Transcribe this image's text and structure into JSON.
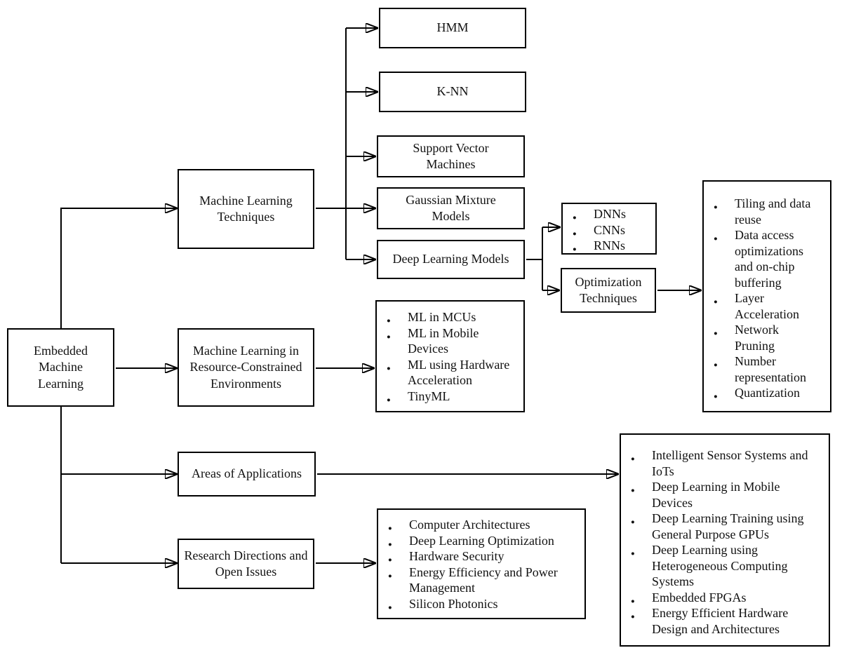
{
  "colors": {
    "line": "#000000",
    "background": "#ffffff",
    "text": "#111111"
  },
  "nodes": {
    "embedded_ml": {
      "label": "Embedded Machine Learning"
    },
    "ml_techniques": {
      "label": "Machine Learning Techniques"
    },
    "hmm": {
      "label": "HMM"
    },
    "knn": {
      "label": "K-NN"
    },
    "svm": {
      "label": "Support Vector Machines"
    },
    "gmm": {
      "label": "Gaussian Mixture Models"
    },
    "deep_learning_models": {
      "label": "Deep Learning Models"
    },
    "deep_model_types": {
      "items": [
        "DNNs",
        "CNNs",
        "RNNs"
      ]
    },
    "optimization_techniques": {
      "label": "Optimization Techniques"
    },
    "optimization_methods": {
      "items": [
        "Tiling and data reuse",
        "Data access optimizations and on-chip buffering",
        "Layer Acceleration",
        "Network Pruning",
        "Number representation",
        "Quantization"
      ]
    },
    "ml_resource_constrained": {
      "label": "Machine Learning in Resource-Constrained Environments"
    },
    "resource_constrained_topics": {
      "items": [
        "ML in MCUs",
        "ML in Mobile Devices",
        "ML using Hardware Acceleration",
        "TinyML"
      ]
    },
    "areas_of_applications": {
      "label": "Areas of Applications"
    },
    "application_areas": {
      "items": [
        "Intelligent Sensor Systems and IoTs",
        "Deep Learning in Mobile Devices",
        "Deep Learning Training using General Purpose GPUs",
        "Deep Learning using Heterogeneous Computing Systems",
        "Embedded FPGAs",
        "Energy Efficient Hardware Design and Architectures"
      ]
    },
    "research_directions": {
      "label": "Research Directions and Open Issues"
    },
    "research_topics": {
      "items": [
        "Computer Architectures",
        "Deep Learning Optimization",
        "Hardware Security",
        "Energy Efficiency and Power Management",
        "Silicon Photonics"
      ]
    }
  }
}
